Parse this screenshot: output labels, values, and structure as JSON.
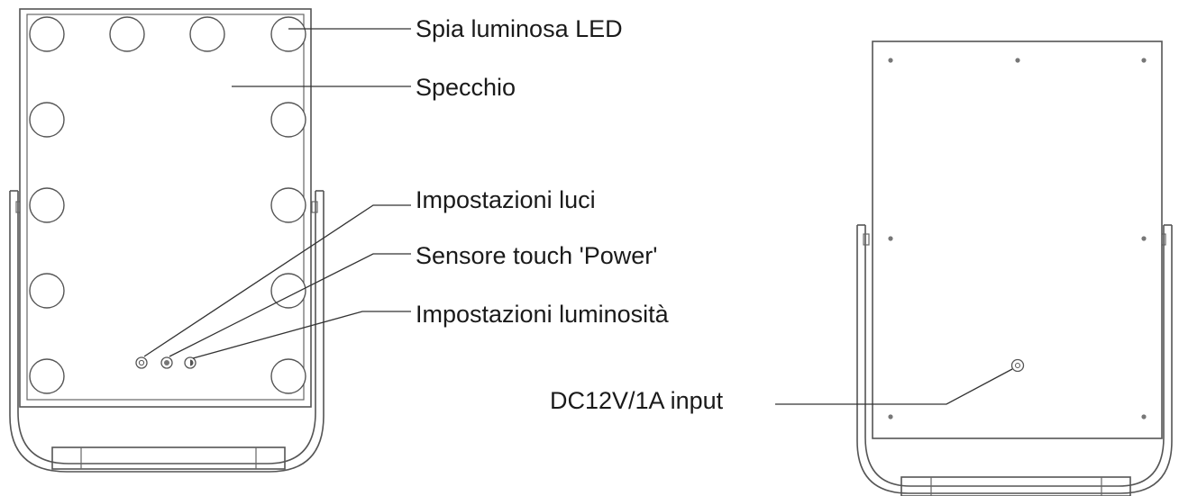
{
  "labels": {
    "led": "Spia luminosa LED",
    "mirror": "Specchio",
    "light_settings": "Impostazioni luci",
    "power_touch": "Sensore touch 'Power'",
    "brightness": "Impostazioni luminosità",
    "dc_input": "DC12V/1A input"
  },
  "icons": {
    "light_mode": "light-mode-icon",
    "power": "power-icon",
    "brightness": "brightness-icon"
  },
  "colors": {
    "line": "#555555",
    "text": "#1a1a1a"
  }
}
